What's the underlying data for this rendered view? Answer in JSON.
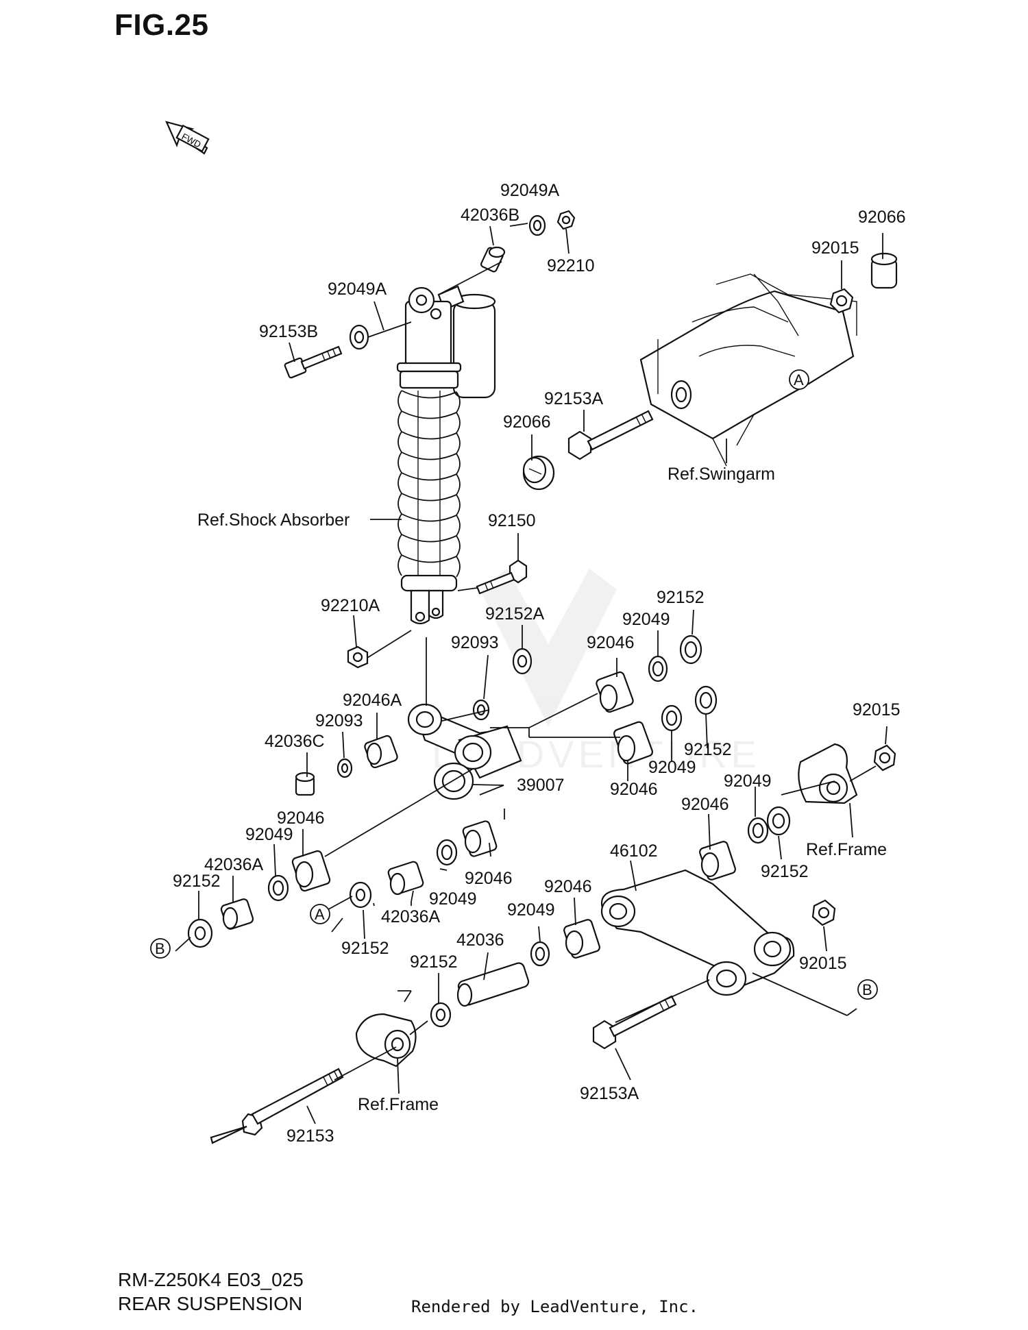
{
  "figure": {
    "title": "FIG.25",
    "model_code": "RM-Z250K4 E03_025",
    "name": "REAR SUSPENSION",
    "rendered_by": "Rendered by LeadVenture, Inc.",
    "direction_tag": "FWD",
    "watermark": "LEADVENTURE"
  },
  "callouts": {
    "c1": "92049A",
    "c2": "42036B",
    "c3": "92210",
    "c4": "92066",
    "c5": "92015",
    "c6": "92049A",
    "c7": "92153B",
    "c8": "92153A",
    "c9": "92066",
    "c10": "Ref.Swingarm",
    "c11": "Ref.Shock Absorber",
    "c12": "92150",
    "c13": "92210A",
    "c14": "92152A",
    "c15": "92152",
    "c16": "92049",
    "c17": "92093",
    "c18": "92046",
    "c19": "92046A",
    "c20": "92093",
    "c21": "42036C",
    "c22": "92152",
    "c23": "92049",
    "c24": "92046",
    "c25": "92015",
    "c26": "39007",
    "c27": "92049",
    "c28": "92046",
    "c29": "92046",
    "c30": "92049",
    "c31": "42036A",
    "c32": "92152",
    "c33": "Ref.Frame",
    "c34": "46102",
    "c35": "92046",
    "c36": "92049",
    "c37": "42036A",
    "c38": "92152",
    "c39": "92152",
    "c40": "92049",
    "c41": "92046",
    "c42": "92015",
    "c43": "92152",
    "c44": "42036",
    "c45": "Ref.Frame",
    "c46": "92153A",
    "c47": "92153"
  },
  "ref_markers": {
    "a": "A",
    "b": "B"
  }
}
